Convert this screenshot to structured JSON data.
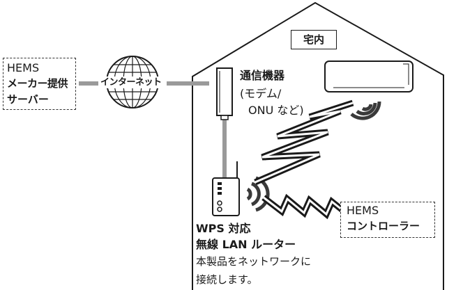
{
  "house": {
    "label": "宅内"
  },
  "hems_provider": {
    "line1": "HEMS",
    "line2": "メーカー提供",
    "line3": "サーバー"
  },
  "internet": {
    "label": "インターネット"
  },
  "modem": {
    "title": "通信機器",
    "line2": "(モデム/",
    "line3": "ONU など)"
  },
  "router": {
    "line1": "WPS 対応",
    "line2": "無線 LAN ルーター",
    "line3": "本製品をネットワークに",
    "line4": "接続します。"
  },
  "controller": {
    "line1": "HEMS",
    "line2": "コントローラー"
  },
  "colors": {
    "outline": "#1a1a1a",
    "connector": "#9a9a9a",
    "wifi": "#3a3a3a",
    "background": "#ffffff"
  }
}
